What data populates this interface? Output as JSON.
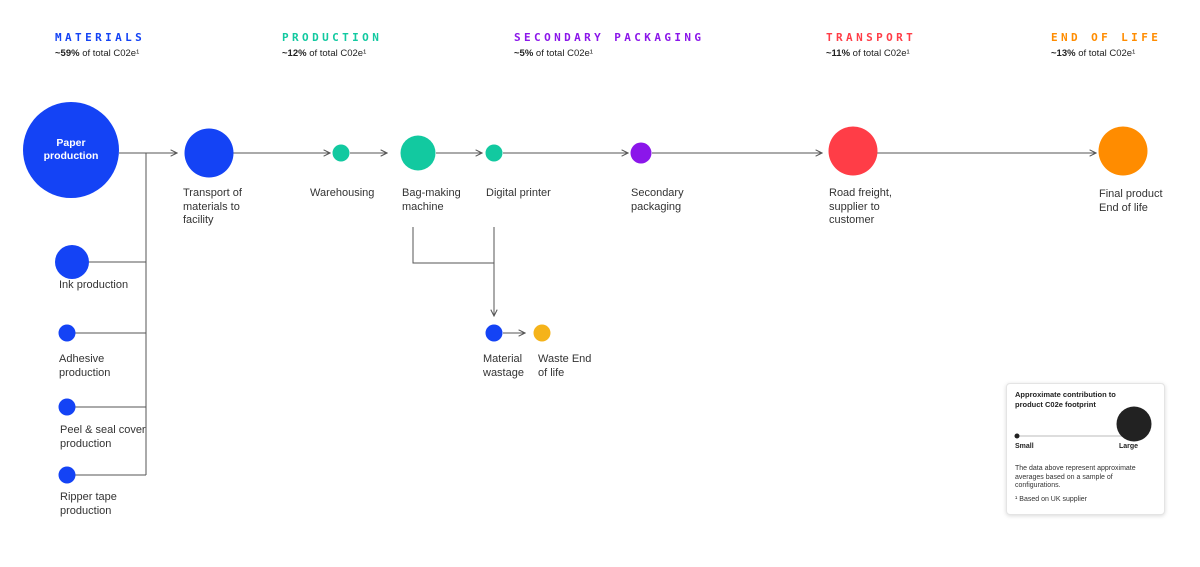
{
  "stages": [
    {
      "title": "MATERIALS",
      "share": "~59%",
      "rest": " of total C02e¹",
      "color": "#1443f5"
    },
    {
      "title": "PRODUCTION",
      "share": "~12%",
      "rest": " of total C02e¹",
      "color": "#12c9a0"
    },
    {
      "title": "SECONDARY PACKAGING",
      "share": "~5%",
      "rest": " of total C02e¹",
      "color": "#8b16ea"
    },
    {
      "title": "TRANSPORT",
      "share": "~11%",
      "rest": " of total C02e¹",
      "color": "#ff3d47"
    },
    {
      "title": "END OF LIFE",
      "share": "~13%",
      "rest": " of total C02e¹",
      "color": "#ff8c00"
    }
  ],
  "nodes": {
    "paper_production": "Paper production",
    "transport_materials": "Transport of materials to facility",
    "warehousing": "Warehousing",
    "bag_making": "Bag-making machine",
    "digital_printer": "Digital printer",
    "secondary_packaging": "Secondary packaging",
    "road_freight": "Road freight, supplier to customer",
    "final_product": "Final product End of life",
    "ink": "Ink production",
    "adhesive": "Adhesive production",
    "peel_seal": "Peel & seal cover production",
    "ripper_tape": "Ripper tape production",
    "material_wastage": "Material wastage",
    "waste": "Waste End of life"
  },
  "colors": {
    "blue": "#1443f5",
    "teal": "#12c9a0",
    "purple": "#8b16ea",
    "red": "#ff3d47",
    "orange": "#ff8c00",
    "yellow": "#f5b31a",
    "line": "#555555",
    "legend_dot": "#222222"
  },
  "legend": {
    "title": "Approximate contribution to product C02e footprint",
    "small": "Small",
    "large": "Large",
    "note": "The data above represent approximate averages based on a sample of configurations.",
    "footnote": "¹ Based on UK supplier"
  }
}
